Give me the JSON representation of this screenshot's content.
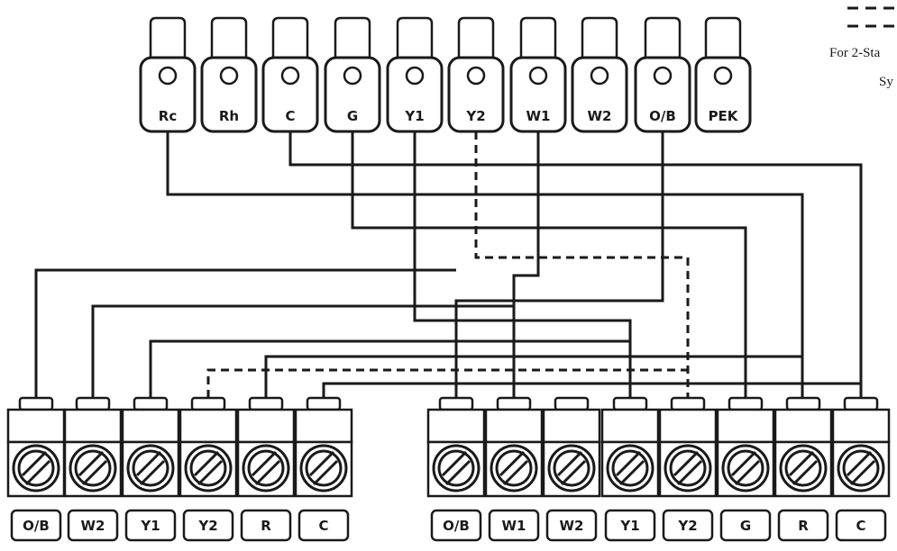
{
  "legend": {
    "line1": "For 2-Sta",
    "line2": "Sy"
  },
  "thermostat_terminals": [
    "Rc",
    "Rh",
    "C",
    "G",
    "Y1",
    "Y2",
    "W1",
    "W2",
    "O/B",
    "PEK"
  ],
  "left_block_terminals": [
    "O/B",
    "W2",
    "Y1",
    "Y2",
    "R",
    "C"
  ],
  "right_block_terminals": [
    "O/B",
    "W1",
    "W2",
    "Y1",
    "Y2",
    "G",
    "R",
    "C"
  ],
  "wires": [
    {
      "name": "Rc",
      "from": "Rc",
      "to": "right R",
      "style": "solid"
    },
    {
      "name": "C",
      "from": "C",
      "to": "right C",
      "style": "solid"
    },
    {
      "name": "G",
      "from": "G",
      "to": "right G",
      "style": "solid"
    },
    {
      "name": "Y1",
      "from": "Y1",
      "to": "right Y1",
      "style": "solid"
    },
    {
      "name": "Y2",
      "from": "Y2",
      "to": "right Y2",
      "style": "dashed"
    },
    {
      "name": "W1",
      "from": "W1",
      "to": "right W1",
      "style": "solid"
    },
    {
      "name": "O/B",
      "from": "O/B",
      "to": "right O/B",
      "style": "solid"
    },
    {
      "name": "left O/B",
      "from": "left O/B",
      "to": "right O/B",
      "style": "solid"
    },
    {
      "name": "left W2",
      "from": "left W2",
      "to": "right W1",
      "style": "solid"
    },
    {
      "name": "left Y1",
      "from": "left Y1",
      "to": "right Y1",
      "style": "solid"
    },
    {
      "name": "left Y2",
      "from": "left Y2",
      "to": "right Y2",
      "style": "dashed"
    },
    {
      "name": "left R",
      "from": "left R",
      "to": "right R",
      "style": "solid"
    },
    {
      "name": "left C",
      "from": "left C",
      "to": "right C",
      "style": "solid"
    }
  ]
}
